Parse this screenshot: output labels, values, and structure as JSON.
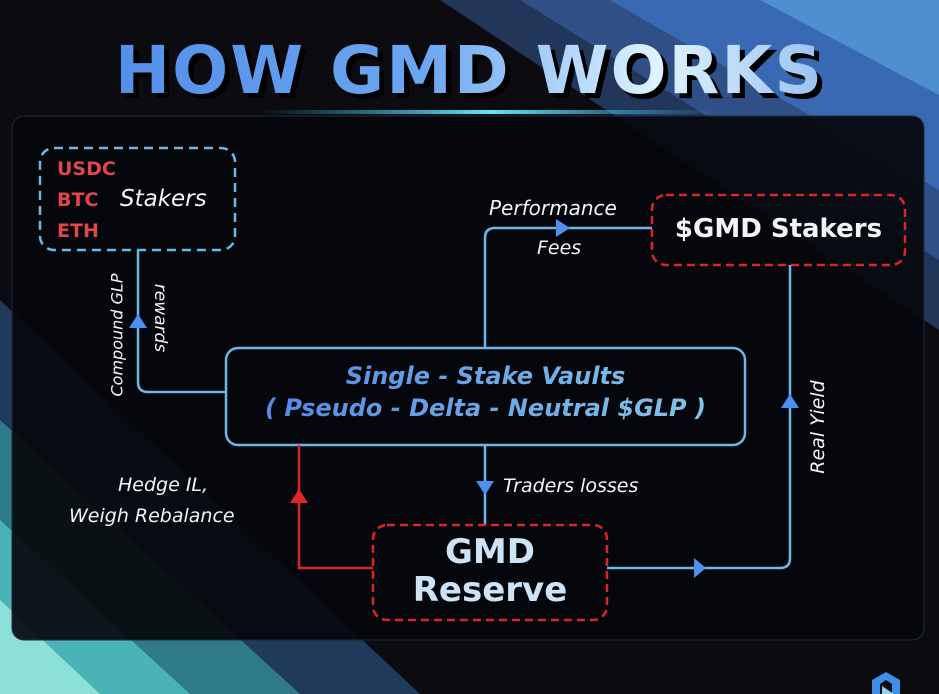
{
  "title": "HOW GMD WORKS",
  "stakers_box": {
    "assets": [
      "USDC",
      "BTC",
      "ETH"
    ],
    "label": "Stakers"
  },
  "left_flow": {
    "line1": "Compound GLP",
    "line2": "rewards"
  },
  "vault": {
    "line1": "Single - Stake Vaults",
    "line2": "( Pseudo - Delta - Neutral $GLP )"
  },
  "performance_fees": {
    "line1": "Performance",
    "line2": "Fees"
  },
  "gmd_stakers": "$GMD Stakers",
  "real_yield": "Real Yield",
  "hedge": {
    "line1": "Hedge IL,",
    "line2": "Weigh Rebalance"
  },
  "traders_losses": "Traders losses",
  "reserve": {
    "line1": "GMD",
    "line2": "Reserve"
  },
  "colors": {
    "blue_line": "#6cb8e6",
    "red": "#d8262b",
    "arrow_blue": "#4e8ff0"
  }
}
